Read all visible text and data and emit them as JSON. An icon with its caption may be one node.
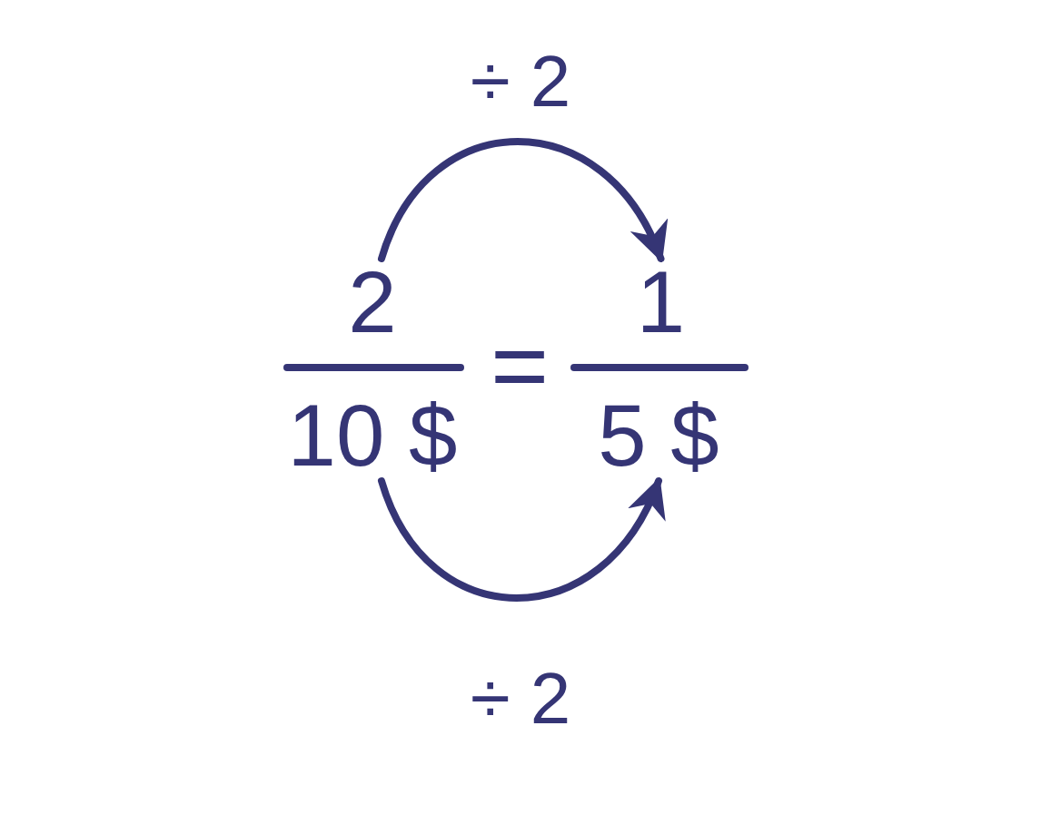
{
  "diagram": {
    "nodes": [
      {
        "text": [
          "2"
        ]
      },
      {
        "text": [
          "1"
        ]
      },
      {
        "text": [
          "10 $"
        ]
      },
      {
        "text": [
          "5 $"
        ]
      }
    ],
    "edges": [
      {
        "from": 0,
        "to": 1,
        "arrow": "to",
        "label": "÷ 2"
      },
      {
        "from": 2,
        "to": 3,
        "arrow": "to",
        "label": "÷ 2"
      }
    ],
    "labels": [
      "="
    ]
  }
}
